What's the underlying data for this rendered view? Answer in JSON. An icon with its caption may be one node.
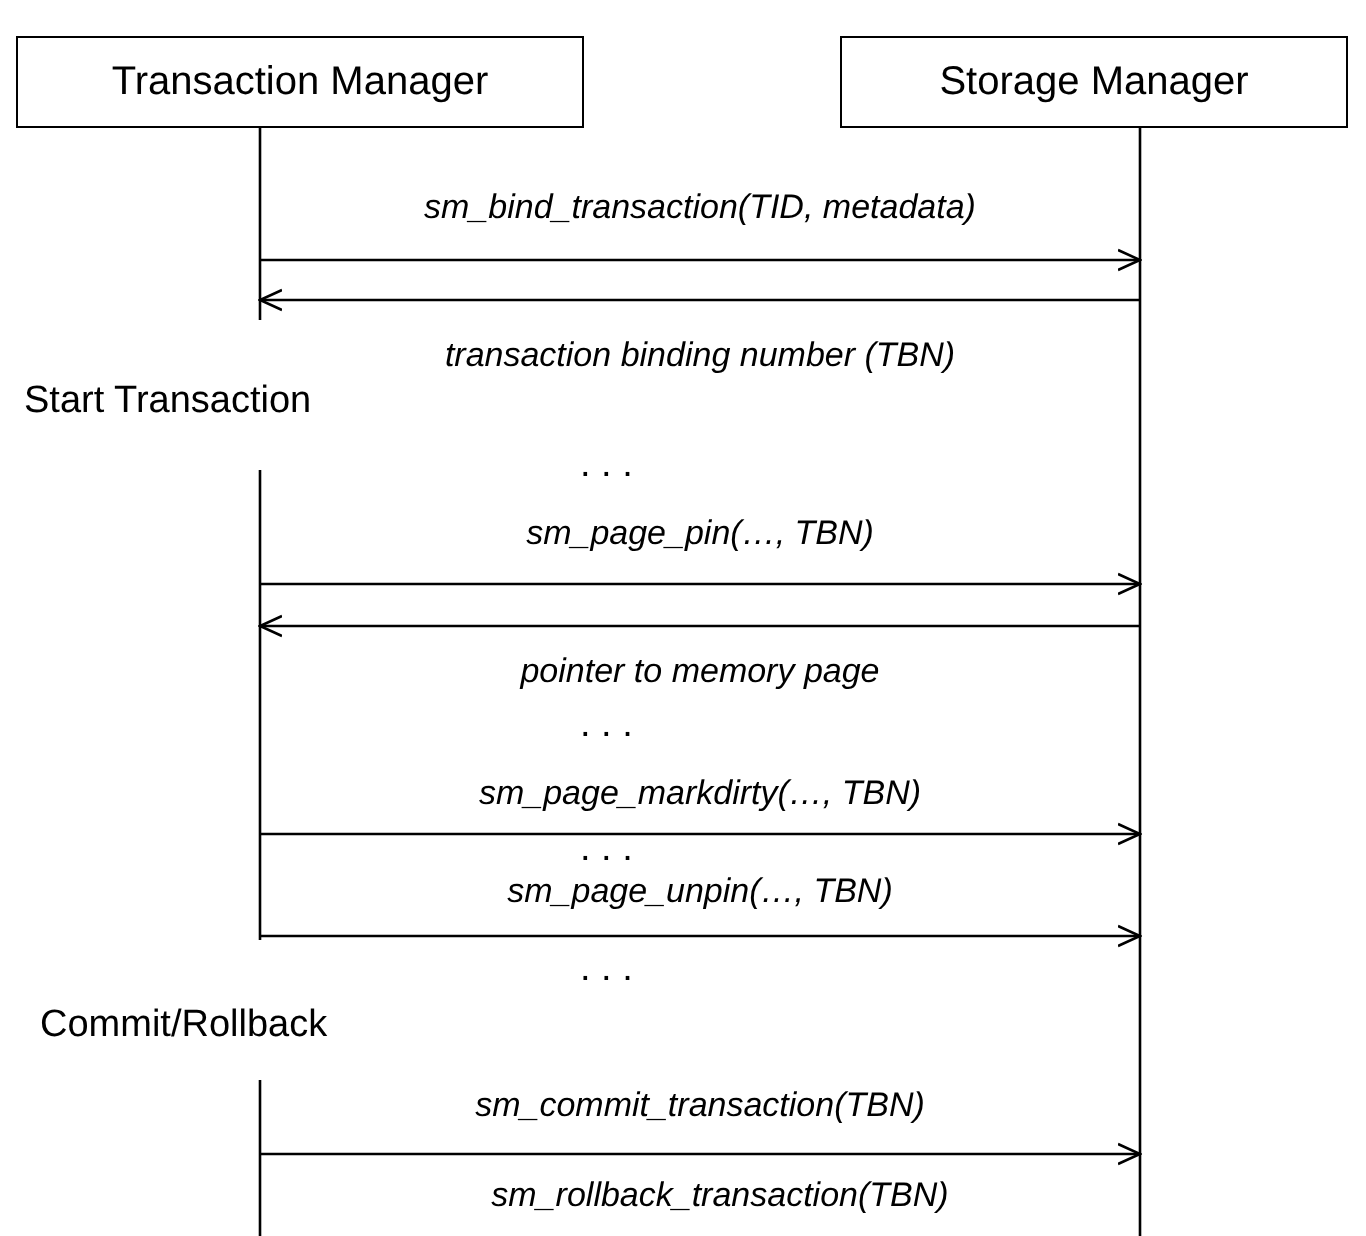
{
  "diagram": {
    "nodes": [
      {
        "text": [
          "Transaction Manager"
        ]
      },
      {
        "text": [
          "Storage Manager"
        ]
      }
    ],
    "edges": [
      {
        "from": 0,
        "to": 1,
        "arrow": "to",
        "label": "sm_bind_transaction(TID, metadata)"
      },
      {
        "from": 1,
        "to": 0,
        "arrow": "to",
        "label": "transaction binding number (TBN)"
      },
      {
        "from": 0,
        "to": 1,
        "arrow": "to",
        "label": "sm_page_pin(…, TBN)"
      },
      {
        "from": 1,
        "to": 0,
        "arrow": "to",
        "label": "pointer to memory page"
      },
      {
        "from": 0,
        "to": 1,
        "arrow": "to",
        "label": "sm_page_markdirty(…, TBN)"
      },
      {
        "from": 0,
        "to": 1,
        "arrow": "to",
        "label": "sm_page_unpin(…, TBN)"
      },
      {
        "from": 0,
        "to": 1,
        "arrow": "to",
        "label": "sm_commit_transaction(TBN)"
      }
    ],
    "labels": [
      "Start Transaction",
      ". . .",
      ". . .",
      ". . .",
      ". . .",
      "Commit/Rollback",
      "sm_rollback_transaction(TBN)"
    ]
  }
}
